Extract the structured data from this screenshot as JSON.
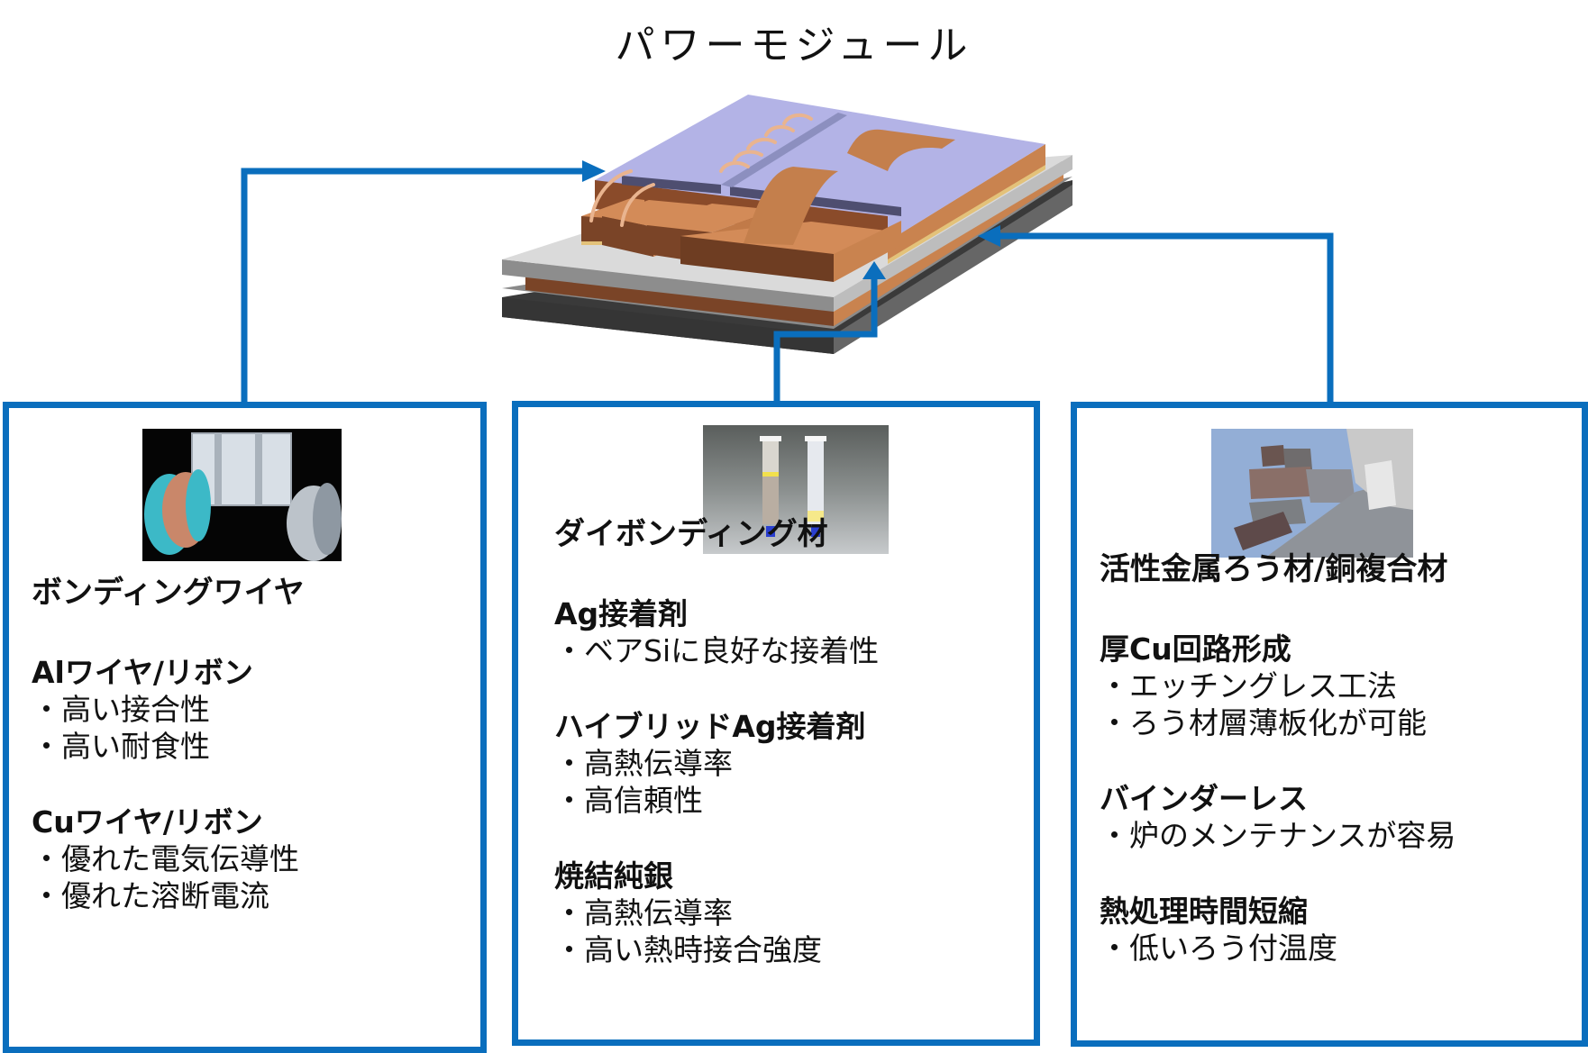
{
  "title": "パワーモジュール",
  "colors": {
    "accent": "#0a6ebd",
    "copper": "#d38b58",
    "copper_dark": "#7a4427",
    "die": "#b3b3e6",
    "substrate": "#d6d6d6",
    "base": "#3d3d3d"
  },
  "module_illustration": {
    "label": "power-module-3d-illustration"
  },
  "boxes": [
    {
      "heading": "ボンディングワイヤ",
      "photo": "wire-spools-photo",
      "sections": [
        {
          "title": "Alワイヤ/リボン",
          "bullets": [
            "・高い接合性",
            "・高い耐食性"
          ]
        },
        {
          "title": "Cuワイヤ/リボン",
          "bullets": [
            "・優れた電気伝導性",
            "・優れた溶断電流"
          ]
        }
      ]
    },
    {
      "heading": "ダイボンディング材",
      "photo": "syringe-adhesive-photo",
      "sections": [
        {
          "title": "Ag接着剤",
          "bullets": [
            "・ベアSiに良好な接着性"
          ]
        },
        {
          "title": "ハイブリッドAg接着剤",
          "bullets": [
            "・高熱伝導率",
            "・高信頼性"
          ]
        },
        {
          "title": "焼結純銀",
          "bullets": [
            "・高熱伝導率",
            "・高い熱時接合強度"
          ]
        }
      ]
    },
    {
      "heading": "活性金属ろう材/銅複合材",
      "photo": "brazing-foil-photo",
      "sections": [
        {
          "title": "厚Cu回路形成",
          "bullets": [
            "・エッチングレス工法",
            "・ろう材層薄板化が可能"
          ]
        },
        {
          "title": "バインダーレス",
          "bullets": [
            "・炉のメンテナンスが容易"
          ]
        },
        {
          "title": "熱処理時間短縮",
          "bullets": [
            "・低いろう付温度"
          ]
        }
      ]
    }
  ]
}
